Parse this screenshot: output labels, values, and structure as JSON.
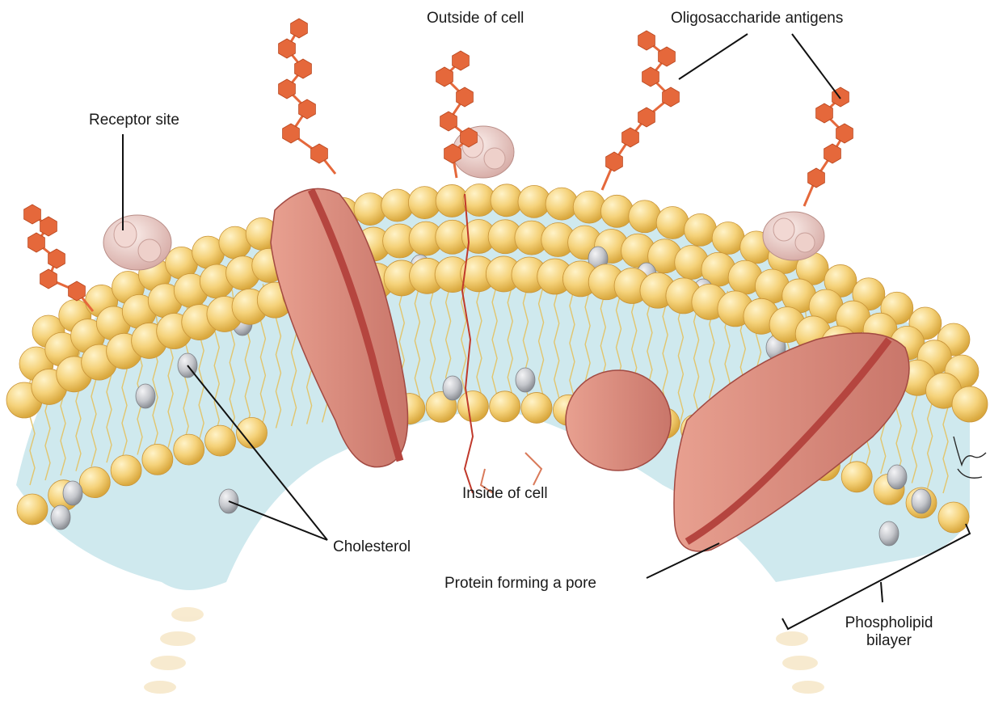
{
  "labels": {
    "outside": "Outside of cell",
    "oligo": "Oligosaccharide antigens",
    "receptor": "Receptor site",
    "inside": "Inside of cell",
    "cholesterol": "Cholesterol",
    "pore": "Protein forming a pore",
    "bilayer_line1": "Phospholipid",
    "bilayer_line2": "bilayer"
  },
  "colors": {
    "head": "#f5d27a",
    "head_dark": "#d9a83e",
    "tail": "#e8cf7a",
    "core": "#cfe9ee",
    "protein": "#d9897a",
    "protein_dark": "#b5453f",
    "sugar": "#e5683b",
    "cholesterol": "#c4c6cb",
    "receptor": "#e9c9c4",
    "leader": "#111111"
  },
  "icons": [
    "oligosaccharide-chain",
    "phospholipid-head",
    "cholesterol-molecule",
    "transmembrane-protein",
    "receptor-protein"
  ]
}
